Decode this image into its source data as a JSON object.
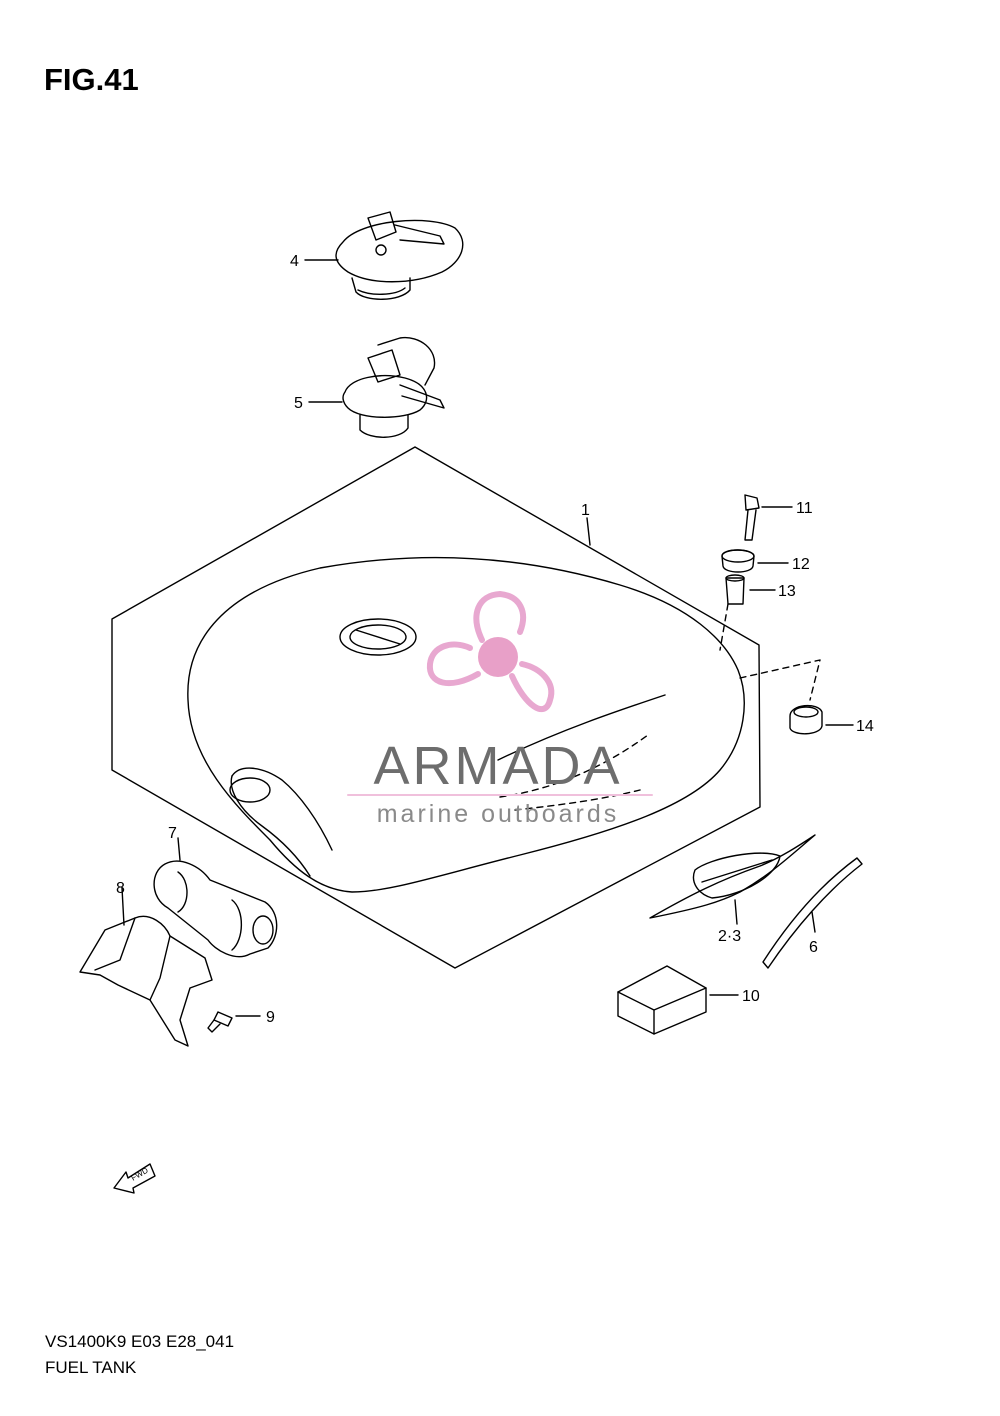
{
  "figure": {
    "title": "FIG.41"
  },
  "callouts": {
    "c1": "1",
    "c23": "2·3",
    "c4": "4",
    "c5": "5",
    "c6": "6",
    "c7": "7",
    "c8": "8",
    "c9": "9",
    "c10": "10",
    "c11": "11",
    "c12": "12",
    "c13": "13",
    "c14": "14"
  },
  "fwd_label": "FWD",
  "watermark": {
    "brand": "ARMADA",
    "tagline": "marine outboards",
    "colors": {
      "logo": "#e8a8d0",
      "hub": "#e8a0c8",
      "text": "#6d6d6d",
      "line": "#f0c0dc"
    },
    "icon": "propeller-logo-icon"
  },
  "footer": {
    "code": "VS1400K9 E03 E28_041",
    "name": "FUEL TANK"
  }
}
